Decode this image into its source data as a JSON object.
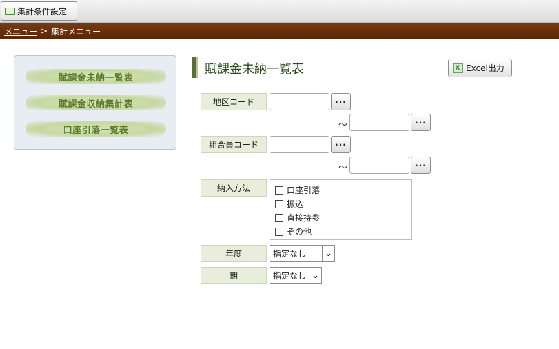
{
  "toolbar": {
    "settings_button_label": "集計条件設定"
  },
  "breadcrumb": {
    "link_label": "メニュー",
    "separator": ">",
    "current": "集計メニュー"
  },
  "sidebar": {
    "items": [
      {
        "label": "賦課金未納一覧表"
      },
      {
        "label": "賦課金収納集計表"
      },
      {
        "label": "口座引落一覧表"
      }
    ]
  },
  "main": {
    "title": "賦課金未納一覧表",
    "excel_button_label": "Excel出力",
    "excel_icon": "excel-icon"
  },
  "form": {
    "district_code": {
      "label": "地区コード",
      "from_value": "",
      "to_value": "",
      "lookup_label": "···",
      "range_sep": "～"
    },
    "member_code": {
      "label": "組合員コード",
      "from_value": "",
      "to_value": "",
      "lookup_label": "···",
      "range_sep": "～"
    },
    "payment_method": {
      "label": "納入方法",
      "options": [
        {
          "label": "口座引落",
          "checked": false
        },
        {
          "label": "振込",
          "checked": false
        },
        {
          "label": "直接持参",
          "checked": false
        },
        {
          "label": "その他",
          "checked": false
        }
      ]
    },
    "fiscal_year": {
      "label": "年度",
      "selected": "指定なし"
    },
    "period": {
      "label": "期",
      "selected": "指定なし"
    }
  }
}
